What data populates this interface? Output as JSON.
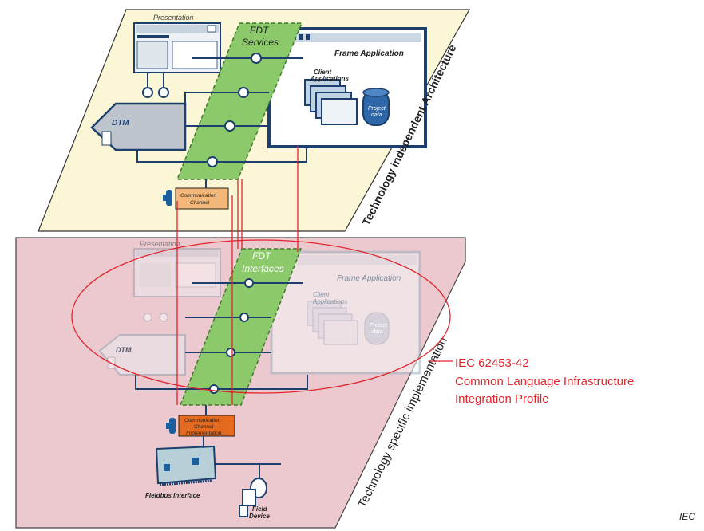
{
  "upper_plane": {
    "title": "Technology independent Architecture",
    "presentation_label": "Presentation",
    "fdt_label_1": "FDT",
    "fdt_label_2": "Services",
    "frame_app_label": "Frame Application",
    "client_apps_label_1": "Client",
    "client_apps_label_2": "Applications",
    "project_data_label_1": "Project",
    "project_data_label_2": "data",
    "dtm_label": "DTM",
    "comm_channel_label_1": "Communication",
    "comm_channel_label_2": "Channel"
  },
  "lower_plane": {
    "title": "Technology specific implementation",
    "presentation_label": "Presentation",
    "fdt_label_1": "FDT",
    "fdt_label_2": "Interfaces",
    "frame_app_label": "Frame Application",
    "client_apps_label_1": "Client",
    "client_apps_label_2": "Applications",
    "project_data_label_1": "Project",
    "project_data_label_2": "data",
    "dtm_label": "DTM",
    "comm_impl_label_1": "Communication",
    "comm_impl_label_2": "Channel",
    "comm_impl_label_3": "Implementation",
    "fieldbus_label": "Fieldbus Interface",
    "field_device_label_1": "Field",
    "field_device_label_2": "Device"
  },
  "annotation": {
    "line1": "IEC 62453-42",
    "line2": "Common Language Infrastructure",
    "line3": "Integration Profile"
  },
  "footer": {
    "iec_mark": "IEC"
  },
  "colors": {
    "upper_plane_fill": "#fbf6d6",
    "lower_plane_fill": "#ebc9ce",
    "fdt_band": "#8cc96b",
    "frame_blue": "#1d3f6e",
    "link_red": "#e0262c",
    "annotation_red": "#e0262c",
    "comm_upper": "#f2b779",
    "comm_lower": "#e36a1f"
  }
}
